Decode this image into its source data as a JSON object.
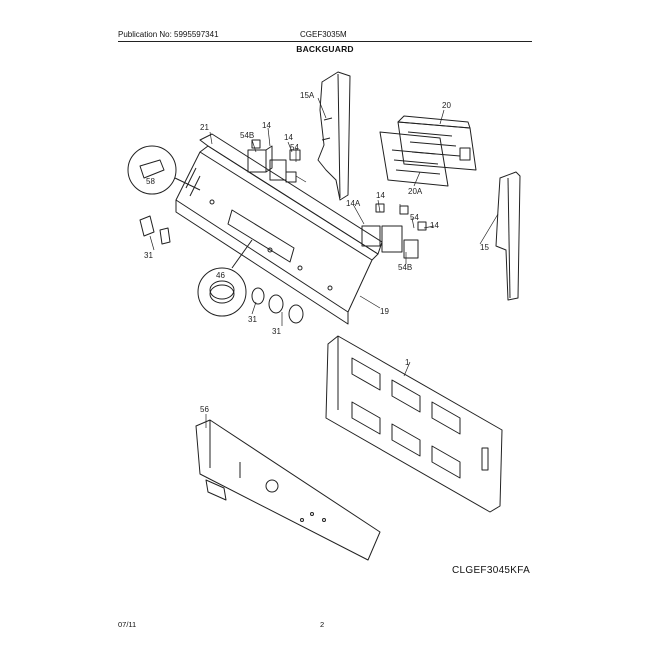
{
  "header": {
    "publication": "Publication No: 5995597341",
    "model": "CGEF3035M",
    "section_title": "BACKGUARD"
  },
  "callouts": {
    "c1": "1",
    "c14a": "14",
    "c14b": "14",
    "c14c": "14",
    "c14d": "14",
    "c14A": "14A",
    "c15": "15",
    "c15A": "15A",
    "c19": "19",
    "c20": "20",
    "c20A": "20A",
    "c21": "21",
    "c31a": "31",
    "c31b": "31",
    "c31c": "31",
    "c46": "46",
    "c54a": "54",
    "c54b": "54",
    "c54B_top": "54B",
    "c54B_right": "54B",
    "c56": "56",
    "c58": "58"
  },
  "diagram_code": "CLGEF3045KFA",
  "footer": {
    "date": "07/11",
    "page": "2"
  }
}
